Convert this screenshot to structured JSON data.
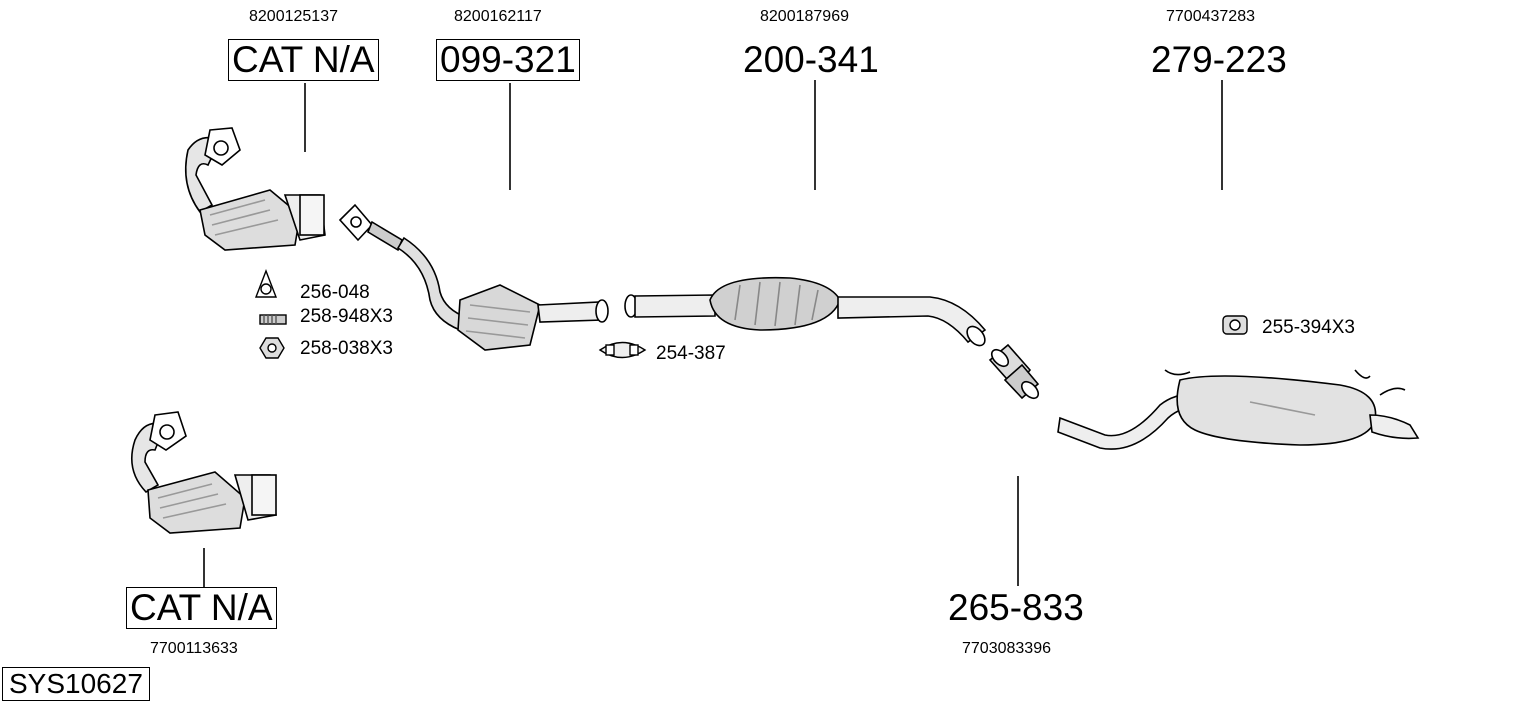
{
  "system_code": "SYS10627",
  "parts": [
    {
      "oem": "8200125137",
      "part_no": "CAT N/A",
      "boxed": true
    },
    {
      "oem": "8200162117",
      "part_no": "099-321",
      "boxed": true
    },
    {
      "oem": "8200187969",
      "part_no": "200-341",
      "boxed": false
    },
    {
      "oem": "7700437283",
      "part_no": "279-223",
      "boxed": false
    },
    {
      "oem": "7700113633",
      "part_no": "CAT N/A",
      "boxed": true
    },
    {
      "oem": "7703083396",
      "part_no": "265-833",
      "boxed": false
    }
  ],
  "accessories": [
    {
      "part_no": "256-048",
      "icon": "gasket-icon"
    },
    {
      "part_no": "258-948X3",
      "icon": "bolt-icon"
    },
    {
      "part_no": "258-038X3",
      "icon": "nut-icon"
    },
    {
      "part_no": "254-387",
      "icon": "clamp-icon"
    },
    {
      "part_no": "255-394X3",
      "icon": "rubber-mount-icon"
    }
  ]
}
